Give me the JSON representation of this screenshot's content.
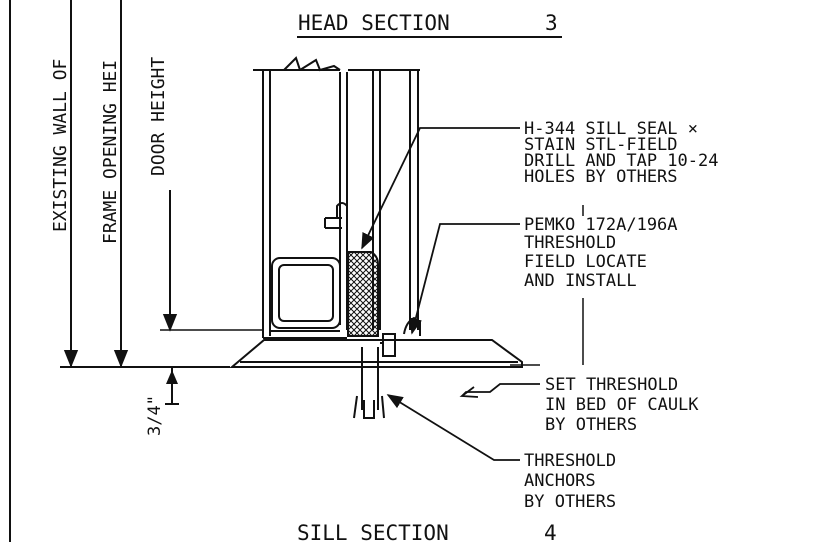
{
  "head_section": {
    "title": "HEAD SECTION",
    "number": "3"
  },
  "sill_section": {
    "title": "SILL SECTION",
    "number": "4"
  },
  "vertical_dimensions": {
    "existing_wall": "EXISTING WALL OF",
    "frame_opening": "FRAME OPENING HEI",
    "door_height": "DOOR HEIGHT"
  },
  "dimension_three_quarter": "3/4\"",
  "callouts": {
    "sill_seal": [
      "H-344 SILL SEAL ×",
      "STAIN STL-FIELD",
      "DRILL AND TAP 10-24",
      "HOLES BY OTHERS"
    ],
    "threshold": [
      "PEMKO 172A/196A",
      "THRESHOLD",
      "FIELD LOCATE",
      "AND INSTALL"
    ],
    "caulk": [
      "SET THRESHOLD",
      "IN BED OF CAULK",
      "BY OTHERS"
    ],
    "anchors": [
      "THRESHOLD",
      "ANCHORS",
      "BY OTHERS"
    ]
  },
  "colors": {
    "ink": "#111111",
    "paper": "#ffffff"
  }
}
